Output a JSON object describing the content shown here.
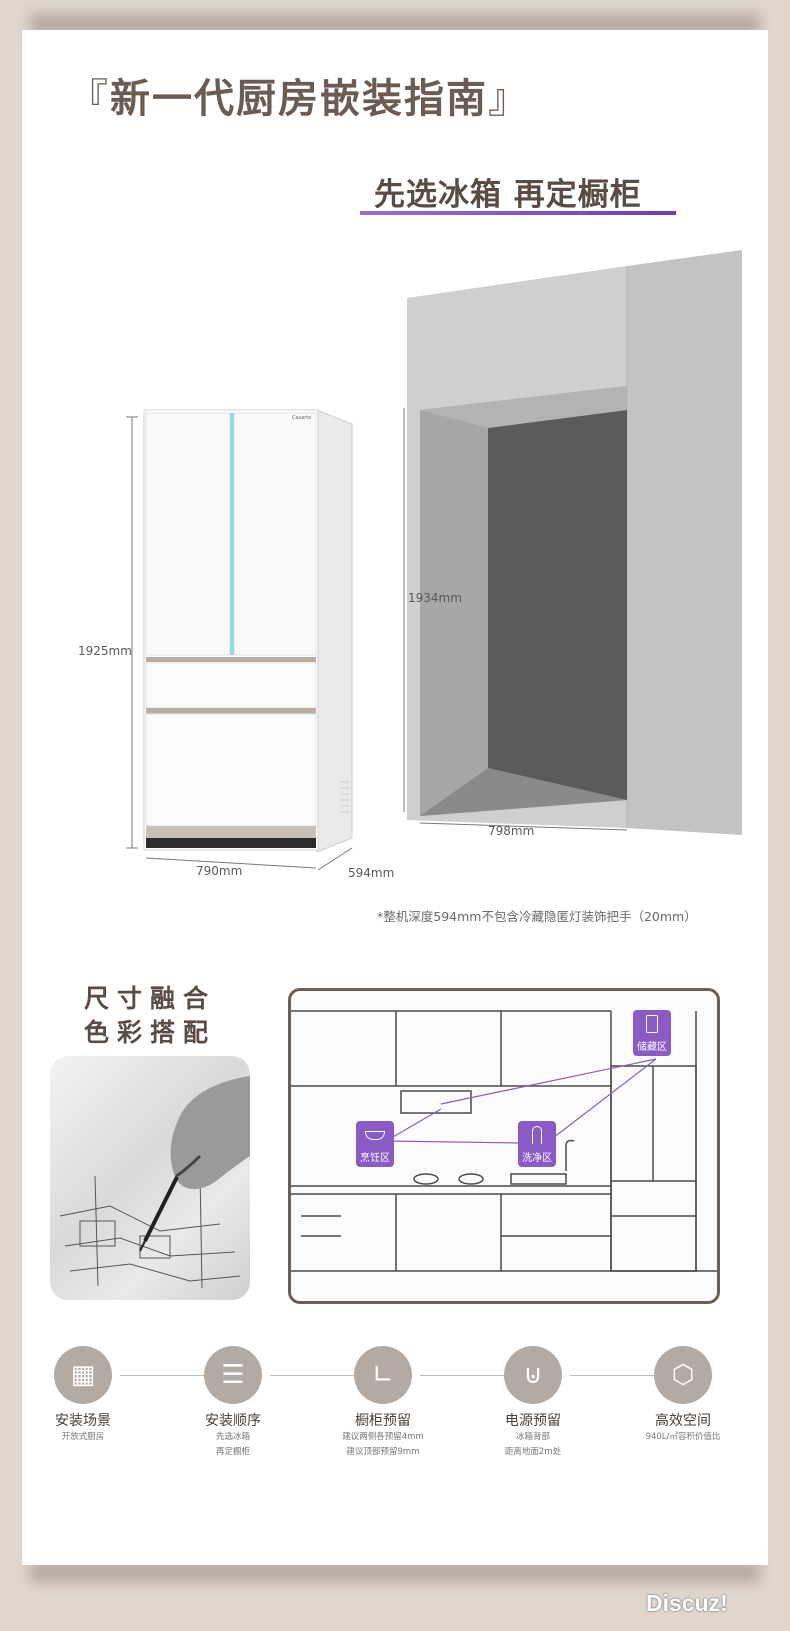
{
  "title": {
    "open_bracket": "『",
    "text": "新一代厨房嵌装指南",
    "close_bracket": "』"
  },
  "subtitle": "先选冰箱  再定橱柜",
  "fridge": {
    "brand": "Casarte",
    "height": "1925mm",
    "width": "790mm",
    "depth": "594mm"
  },
  "cabinet": {
    "height": "1934mm",
    "width": "798mm"
  },
  "note": "*整机深度594mm不包含冷藏隐匿灯装饰把手（20mm）",
  "section2": {
    "line1": "尺寸融合",
    "line2": "色彩搭配"
  },
  "zones": {
    "storage": "储藏区",
    "cooking": "烹饪区",
    "washing": "洗净区"
  },
  "steps": [
    {
      "label": "安装场景",
      "desc1": "开放式厨房",
      "desc2": "",
      "icon": "building-icon"
    },
    {
      "label": "安装顺序",
      "desc1": "先选冰箱",
      "desc2": "再定橱柜",
      "icon": "list-icon"
    },
    {
      "label": "橱柜预留",
      "desc1": "建议两侧各预留4mm",
      "desc2": "建议顶部预留9mm",
      "icon": "ruler-corner-icon"
    },
    {
      "label": "电源预留",
      "desc1": "冰箱背部",
      "desc2": "距离地面2m处",
      "icon": "power-outlet-icon"
    },
    {
      "label": "高效空间",
      "desc1": "940L/㎡容积价值比",
      "desc2": "",
      "icon": "cube-icon"
    }
  ],
  "watermark": "Discuz!"
}
